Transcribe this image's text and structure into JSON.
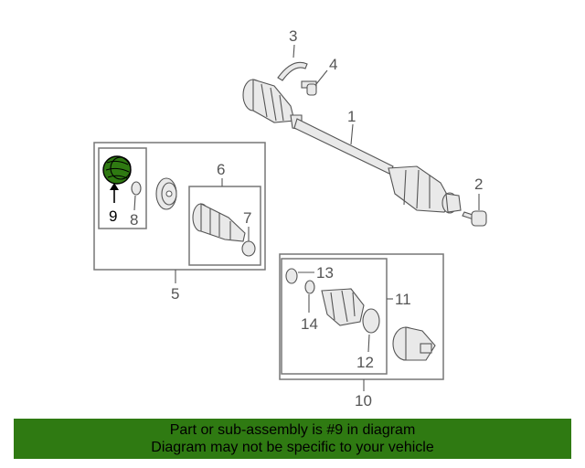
{
  "callouts": {
    "c1": "1",
    "c2": "2",
    "c3": "3",
    "c4": "4",
    "c5": "5",
    "c6": "6",
    "c7": "7",
    "c8": "8",
    "c9": "9",
    "c10": "10",
    "c11": "11",
    "c12": "12",
    "c13": "13",
    "c14": "14"
  },
  "highlight_color": "#2f7a12",
  "banner": {
    "line1": "Part or sub-assembly is #9 in diagram",
    "line2": "Diagram may not be specific to your vehicle"
  }
}
